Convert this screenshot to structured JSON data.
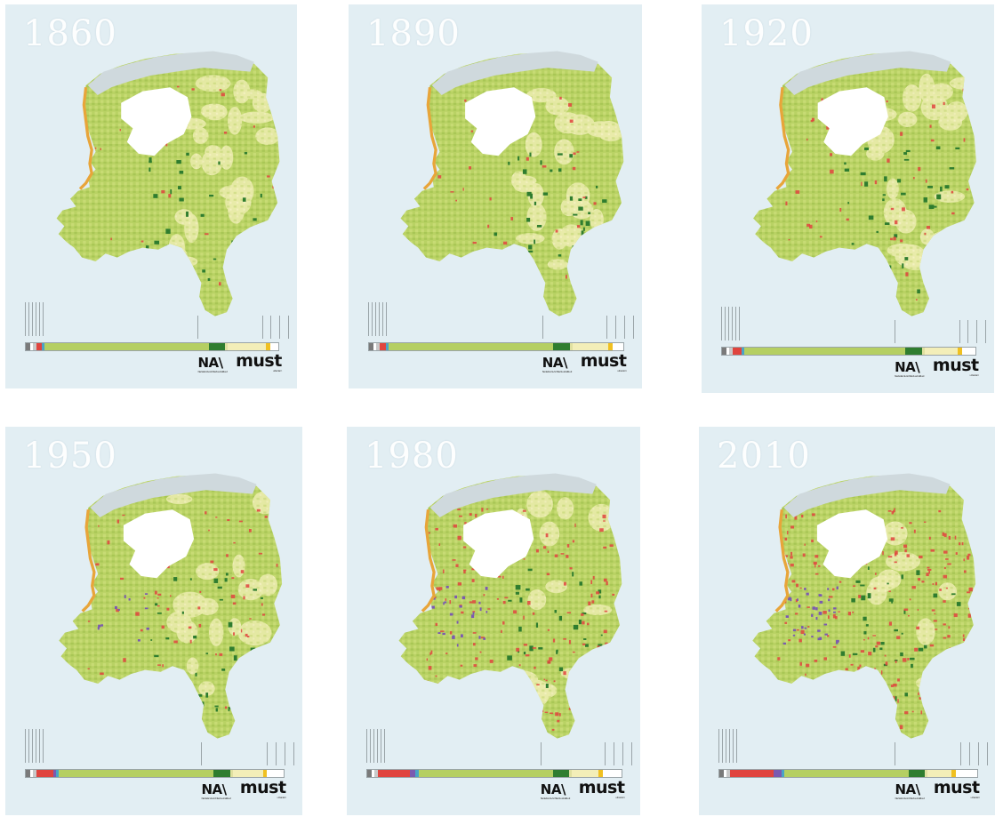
{
  "panels": [
    {
      "year": "1860",
      "urban": 1,
      "blue": 0
    },
    {
      "year": "1890",
      "urban": 1,
      "blue": 0
    },
    {
      "year": "1920",
      "urban": 2,
      "blue": 0
    },
    {
      "year": "1950",
      "urban": 3,
      "blue": 1
    },
    {
      "year": "1980",
      "urban": 5,
      "blue": 2
    },
    {
      "year": "2010",
      "urban": 7,
      "blue": 3
    }
  ],
  "logos": {
    "na": "NA\\",
    "na_sub": "Nederlands Architectuurinstituut",
    "must": "must",
    "must_sub": "urbanism"
  },
  "colors": {
    "background": "#e2eef3",
    "land_green": "#b5cf62",
    "land_yellow": "#f3eeb8",
    "forest": "#2f7d2f",
    "urban": "#e0443e",
    "infrastructure": "#7b5ab0",
    "sand": "#e8a53a",
    "mudflat": "#cfd9dd",
    "lake": "#ffffff"
  }
}
